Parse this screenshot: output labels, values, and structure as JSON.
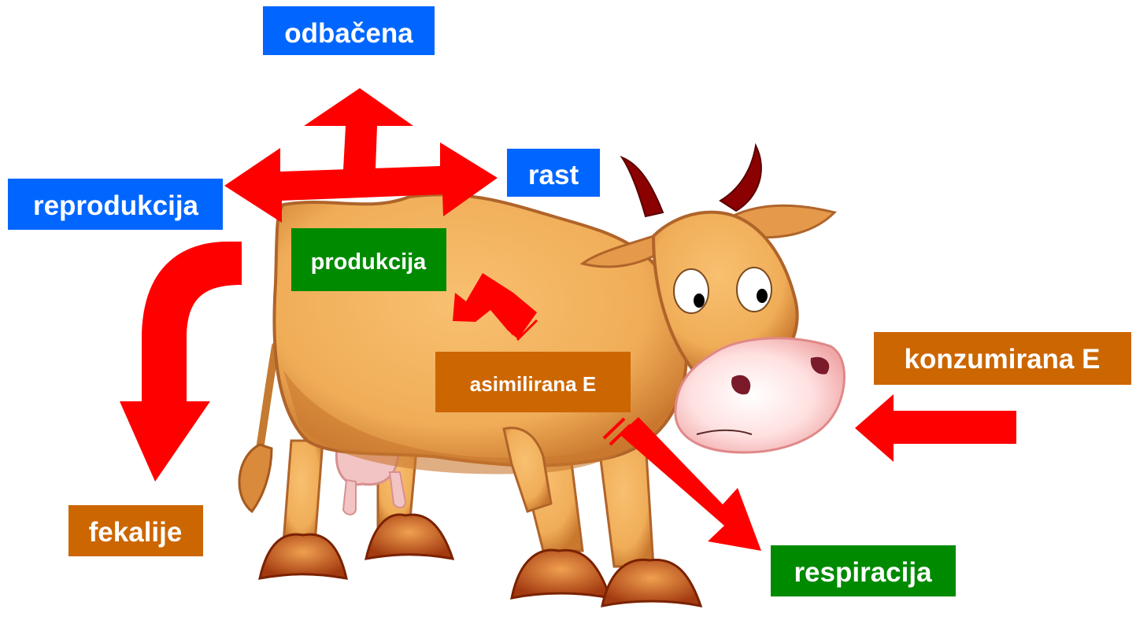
{
  "labels": {
    "odbacena": "odbačena",
    "rast": "rast",
    "reprodukcija": "reprodukcija",
    "produkcija": "produkcija",
    "asimilirana": "asimilirana E",
    "konzumirana": "konzumirana E",
    "fekalije": "fekalije",
    "respiracija": "respiracija"
  },
  "colors": {
    "blue_box": "#0066ff",
    "green_box": "#008a00",
    "orange_box": "#cc6600",
    "arrow": "#ff0000",
    "cow_body": "#f2b35f",
    "cow_shadow": "#c7722c",
    "horn": "#8b0000",
    "udder": "#f5c6c6"
  },
  "illustration": "cow"
}
